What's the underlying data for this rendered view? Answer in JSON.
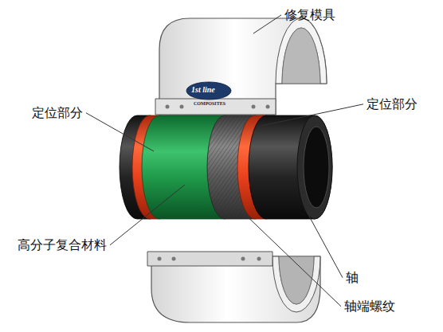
{
  "diagram": {
    "labels": [
      "修复模具",
      "定位部分",
      "定位部分",
      "高分子复合材料",
      "轴",
      "轴端螺纹",
      "1st line",
      "COMPOSITES"
    ]
  }
}
